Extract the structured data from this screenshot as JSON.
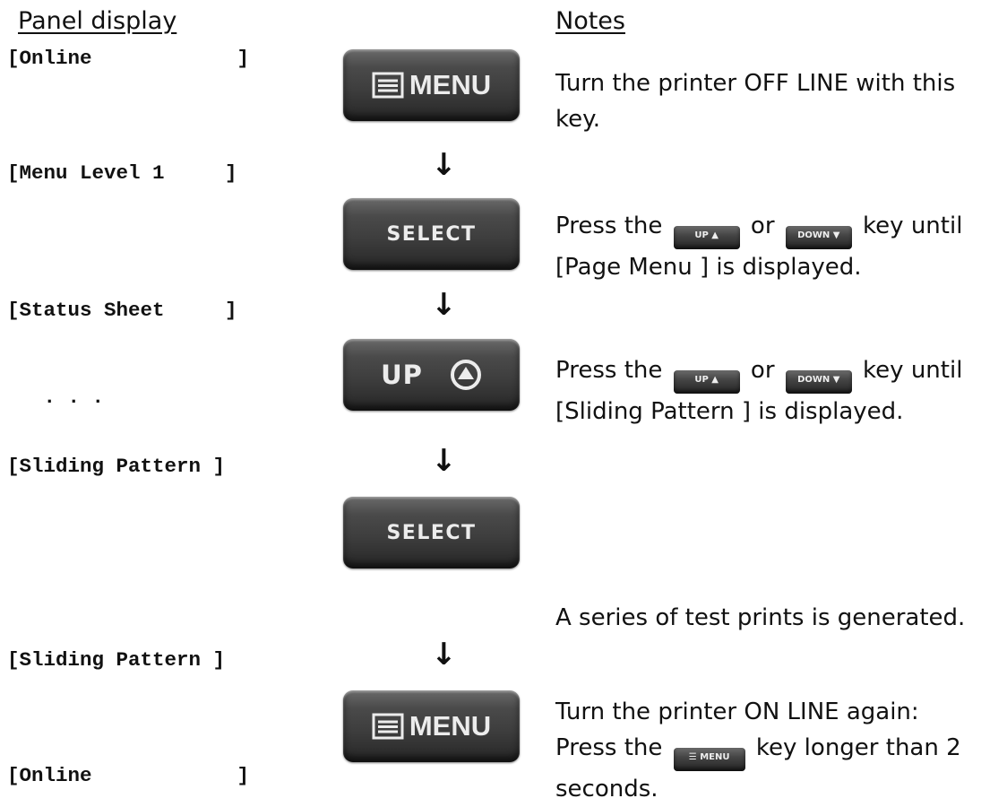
{
  "headers": {
    "panel": "Panel display",
    "notes": "Notes"
  },
  "panel_lines": [
    "[Online            ]",
    "[Menu Level 1     ]",
    "[Status Sheet     ]",
    "   . . .",
    "[Sliding Pattern ]",
    "[Sliding Pattern ]",
    "[Online            ]"
  ],
  "keys": {
    "menu": "MENU",
    "select": "SELECT",
    "up": "UP",
    "down": "DOWN"
  },
  "arrow_glyph": "↓",
  "notes": {
    "off_line": "Turn the printer OFF LINE with this key.",
    "page_menu_a": "Press the",
    "page_menu_or": "or",
    "page_menu_b": "key until [Page Menu ] is displayed.",
    "sliding_a": "Press the",
    "sliding_or": "or",
    "sliding_b": "key until [Sliding Pattern ] is displayed.",
    "test_prints": "A series of test prints is generated.",
    "on_line_1": "Turn the printer ON LINE again:",
    "on_line_2a": "Press the",
    "on_line_2b": "key longer than 2 seconds."
  },
  "colors": {
    "key_face": "#3e3e3e",
    "key_text": "#ececec",
    "text": "#111111"
  },
  "icons": [
    "menu-lines-icon",
    "up-triangle-circle-icon",
    "down-arrow-icon"
  ]
}
